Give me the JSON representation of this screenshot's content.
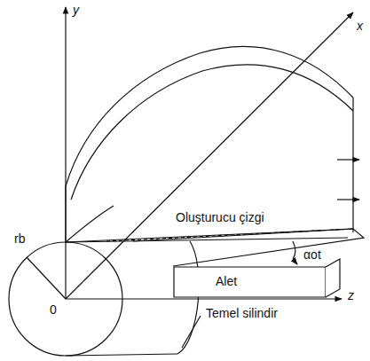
{
  "diagram": {
    "nodes": [
      {
        "text": [
          "Alet"
        ]
      }
    ],
    "labels": [
      "y",
      "x",
      "z",
      "0",
      "rb",
      "Oluşturucu çizgi",
      "αot",
      "Temel silindir"
    ]
  }
}
